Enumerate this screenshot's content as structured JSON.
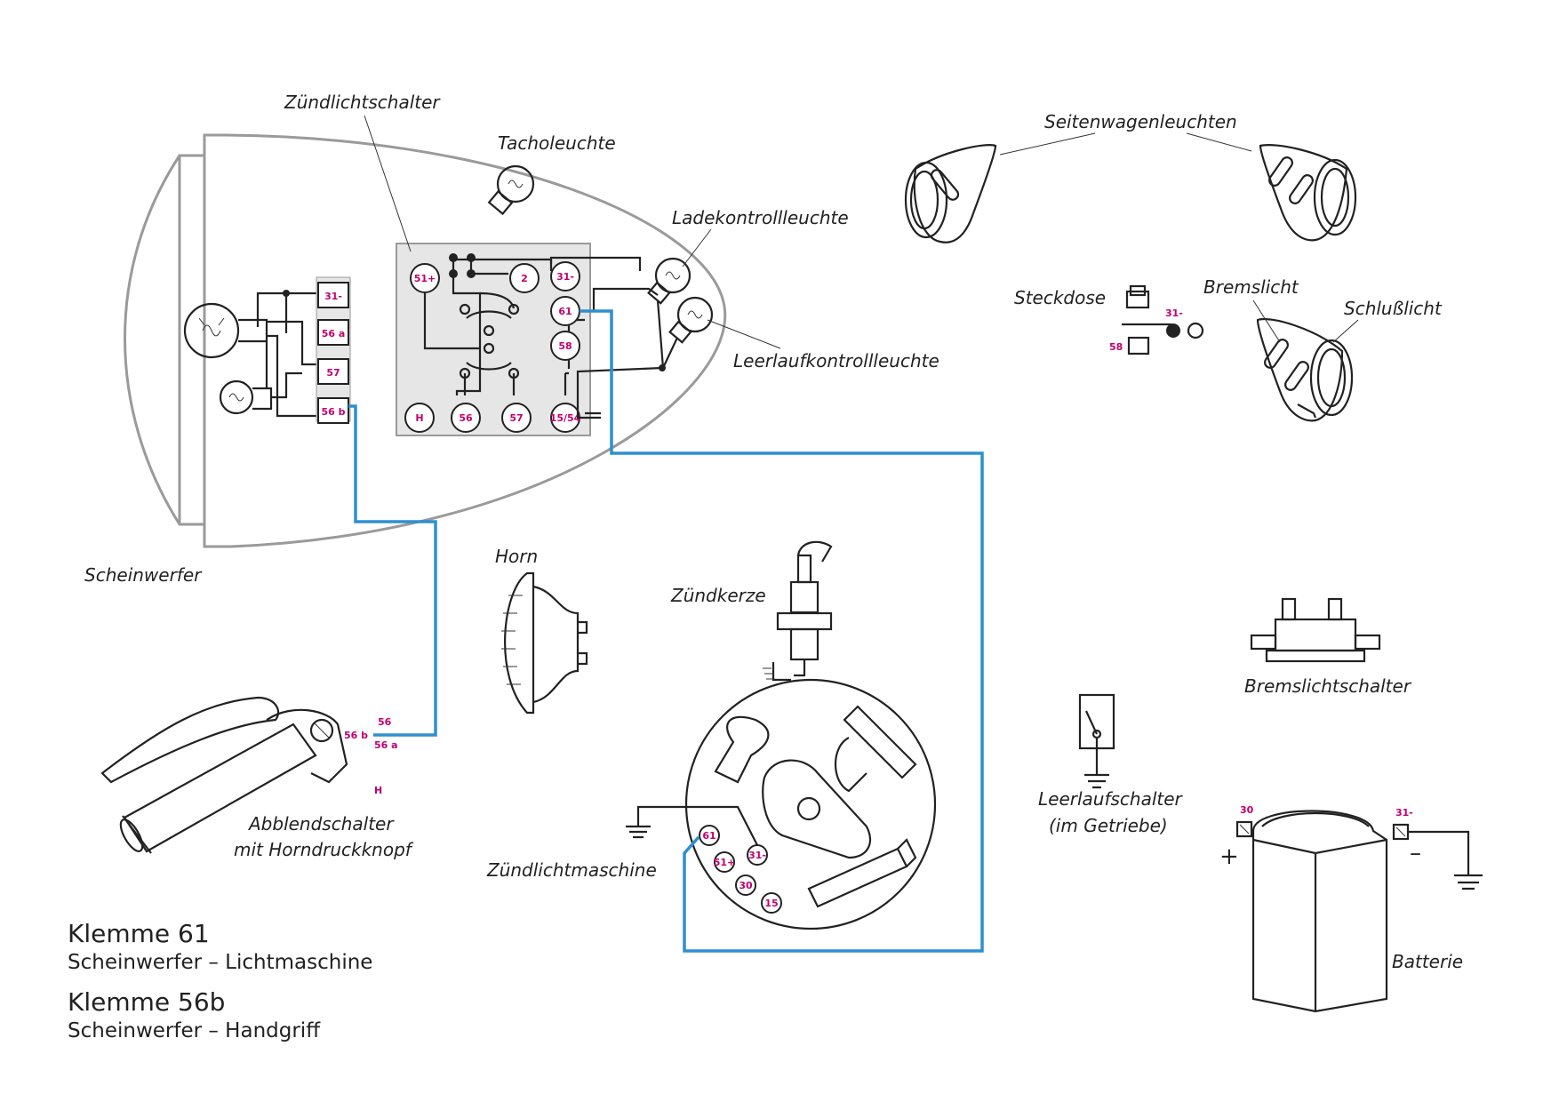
{
  "labels": {
    "zuendlichtschalter": "Zündlichtschalter",
    "tacholeuchte": "Tacholeuchte",
    "ladekontrollleuchte": "Ladekontrollleuchte",
    "leerlaufkontrollleuchte": "Leerlaufkontrollleuchte",
    "scheinwerfer": "Scheinwerfer",
    "seitenwagenleuchten": "Seitenwagenleuchten",
    "steckdose": "Steckdose",
    "bremslicht": "Bremslicht",
    "schlusslicht": "Schlußlicht",
    "horn": "Horn",
    "zuendkerze": "Zündkerze",
    "abblendschalter_1": "Abblendschalter",
    "abblendschalter_2": "mit Horndruckknopf",
    "zuendlichtmaschine": "Zündlichtmaschine",
    "bremslichtschalter": "Bremslichtschalter",
    "leerlaufschalter_1": "Leerlaufschalter",
    "leerlaufschalter_2": "(im Getriebe)",
    "batterie": "Batterie"
  },
  "headlamp_terminals": [
    "31-",
    "56 a",
    "57",
    "56 b"
  ],
  "switch_terminals": {
    "t51p": "51+",
    "t2": "2",
    "t31": "31-",
    "t61": "61",
    "t58": "58",
    "tH": "H",
    "t56": "56",
    "t57": "57",
    "t1554": "15/54"
  },
  "socket_terminals": {
    "t31": "31-",
    "t58": "58"
  },
  "handlebar_terminals": {
    "t56b": "56 b",
    "t56": "56",
    "t56a": "56 a",
    "tH": "H"
  },
  "generator_terminals": {
    "t61": "61",
    "t51": "51+",
    "t31": "31-",
    "t30": "30",
    "t15": "15"
  },
  "battery": {
    "t30": "30",
    "t31": "31-",
    "plus": "+",
    "minus": "–"
  },
  "captions": [
    {
      "title": "Klemme 61",
      "subtitle": "Scheinwerfer – Lichtmaschine"
    },
    {
      "title": "Klemme 56b",
      "subtitle": "Scheinwerfer – Handgriff"
    }
  ],
  "colors": {
    "wire_highlight": "#2e8fcf",
    "terminal_text": "#c0006e",
    "outline": "#9a9a9a",
    "switch_fill": "#e6e6e6"
  }
}
